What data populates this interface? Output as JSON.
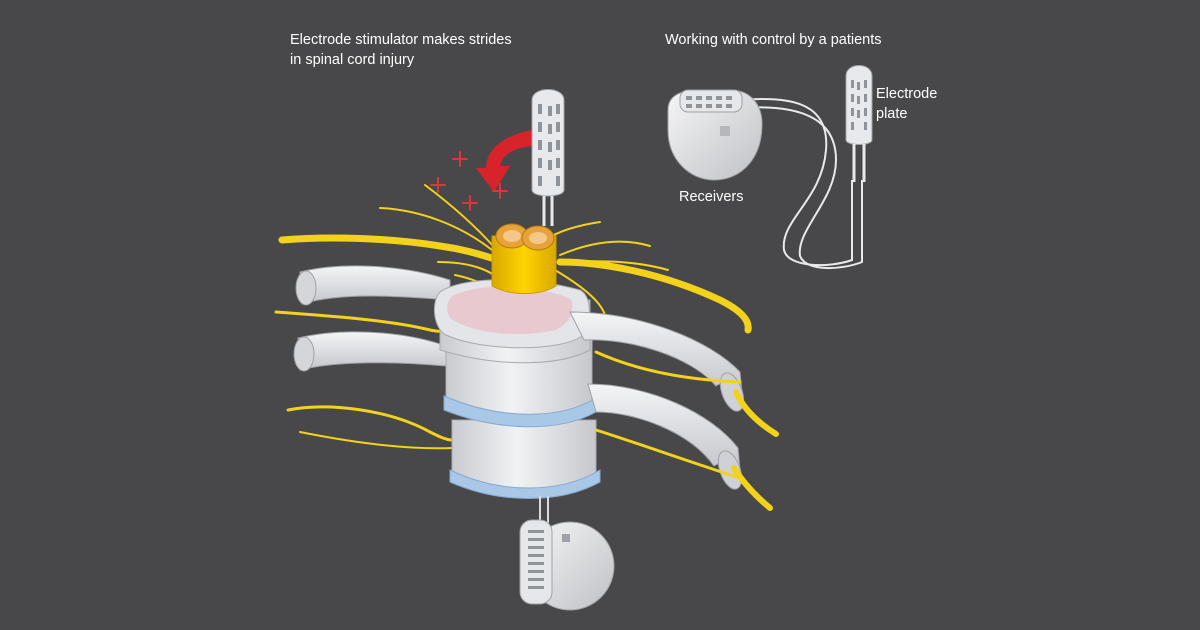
{
  "headings": {
    "left_line1": "Electrode stimulator makes strides",
    "left_line2": "in spinal cord injury",
    "right": "Working with control by a patients"
  },
  "labels": {
    "electrode_line1": "Electrode",
    "electrode_line2": "plate",
    "receivers": "Receivers"
  },
  "colors": {
    "background": "#48484a",
    "nerve": "#f2d21b",
    "bone": "#e8e9ec",
    "disc": "#a9c8e8",
    "marrow": "#e9c9d0",
    "arrow": "#d9232a",
    "plus": "#e0343c",
    "cord": "#f4c300"
  }
}
